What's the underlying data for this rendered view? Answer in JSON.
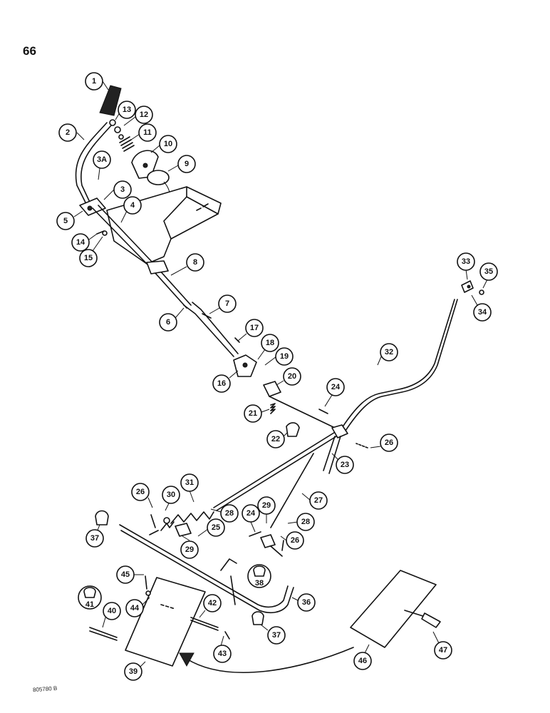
{
  "page": {
    "number": "66",
    "figure_code": "805780 B"
  },
  "callouts": {
    "c1": "1",
    "c2": "2",
    "c3": "3",
    "c3a": "3A",
    "c4": "4",
    "c5": "5",
    "c6": "6",
    "c7": "7",
    "c8": "8",
    "c9": "9",
    "c10": "10",
    "c11": "11",
    "c12": "12",
    "c13": "13",
    "c14": "14",
    "c15": "15",
    "c16": "16",
    "c17": "17",
    "c18": "18",
    "c19": "19",
    "c20": "20",
    "c21": "21",
    "c22": "22",
    "c23": "23",
    "c24a": "24",
    "c24b": "24",
    "c25": "25",
    "c26a": "26",
    "c26b": "26",
    "c26c": "26",
    "c27": "27",
    "c28a": "28",
    "c28b": "28",
    "c29a": "29",
    "c29b": "29",
    "c30": "30",
    "c31": "31",
    "c32": "32",
    "c33": "33",
    "c34": "34",
    "c35": "35",
    "c36": "36",
    "c37a": "37",
    "c37b": "37",
    "c38": "38",
    "c39": "39",
    "c40": "40",
    "c41": "41",
    "c42": "42",
    "c43": "43",
    "c44": "44",
    "c45": "45",
    "c46": "46",
    "c47": "47"
  }
}
